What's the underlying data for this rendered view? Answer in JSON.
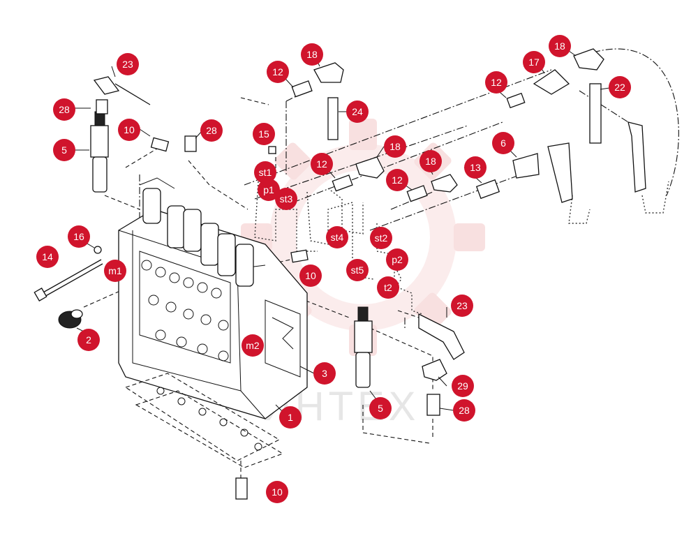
{
  "diagram": {
    "callouts": [
      {
        "id": "c-23a",
        "label": "23"
      },
      {
        "id": "c-28a",
        "label": "28"
      },
      {
        "id": "c-5a",
        "label": "5"
      },
      {
        "id": "c-10a",
        "label": "10"
      },
      {
        "id": "c-28b",
        "label": "28"
      },
      {
        "id": "c-12a",
        "label": "12"
      },
      {
        "id": "c-18a",
        "label": "18"
      },
      {
        "id": "c-24",
        "label": "24"
      },
      {
        "id": "c-15",
        "label": "15"
      },
      {
        "id": "c-st1",
        "label": "st1"
      },
      {
        "id": "c-p1",
        "label": "p1"
      },
      {
        "id": "c-st3",
        "label": "st3"
      },
      {
        "id": "c-12b",
        "label": "12"
      },
      {
        "id": "c-18b",
        "label": "18"
      },
      {
        "id": "c-12c",
        "label": "12"
      },
      {
        "id": "c-18c",
        "label": "18"
      },
      {
        "id": "c-13",
        "label": "13"
      },
      {
        "id": "c-6",
        "label": "6"
      },
      {
        "id": "c-12d",
        "label": "12"
      },
      {
        "id": "c-17",
        "label": "17"
      },
      {
        "id": "c-18d",
        "label": "18"
      },
      {
        "id": "c-22",
        "label": "22"
      },
      {
        "id": "c-16",
        "label": "16"
      },
      {
        "id": "c-14",
        "label": "14"
      },
      {
        "id": "c-m1",
        "label": "m1"
      },
      {
        "id": "c-st4",
        "label": "st4"
      },
      {
        "id": "c-st2",
        "label": "st2"
      },
      {
        "id": "c-10b",
        "label": "10"
      },
      {
        "id": "c-st5",
        "label": "st5"
      },
      {
        "id": "c-p2",
        "label": "p2"
      },
      {
        "id": "c-t2",
        "label": "t2"
      },
      {
        "id": "c-2",
        "label": "2"
      },
      {
        "id": "c-23b",
        "label": "23"
      },
      {
        "id": "c-m2",
        "label": "m2"
      },
      {
        "id": "c-3",
        "label": "3"
      },
      {
        "id": "c-29",
        "label": "29"
      },
      {
        "id": "c-5b",
        "label": "5"
      },
      {
        "id": "c-28c",
        "label": "28"
      },
      {
        "id": "c-1",
        "label": "1"
      },
      {
        "id": "c-10c",
        "label": "10"
      }
    ],
    "watermark_text": "ИНТЕХ",
    "accent_color": "#d0142c"
  }
}
